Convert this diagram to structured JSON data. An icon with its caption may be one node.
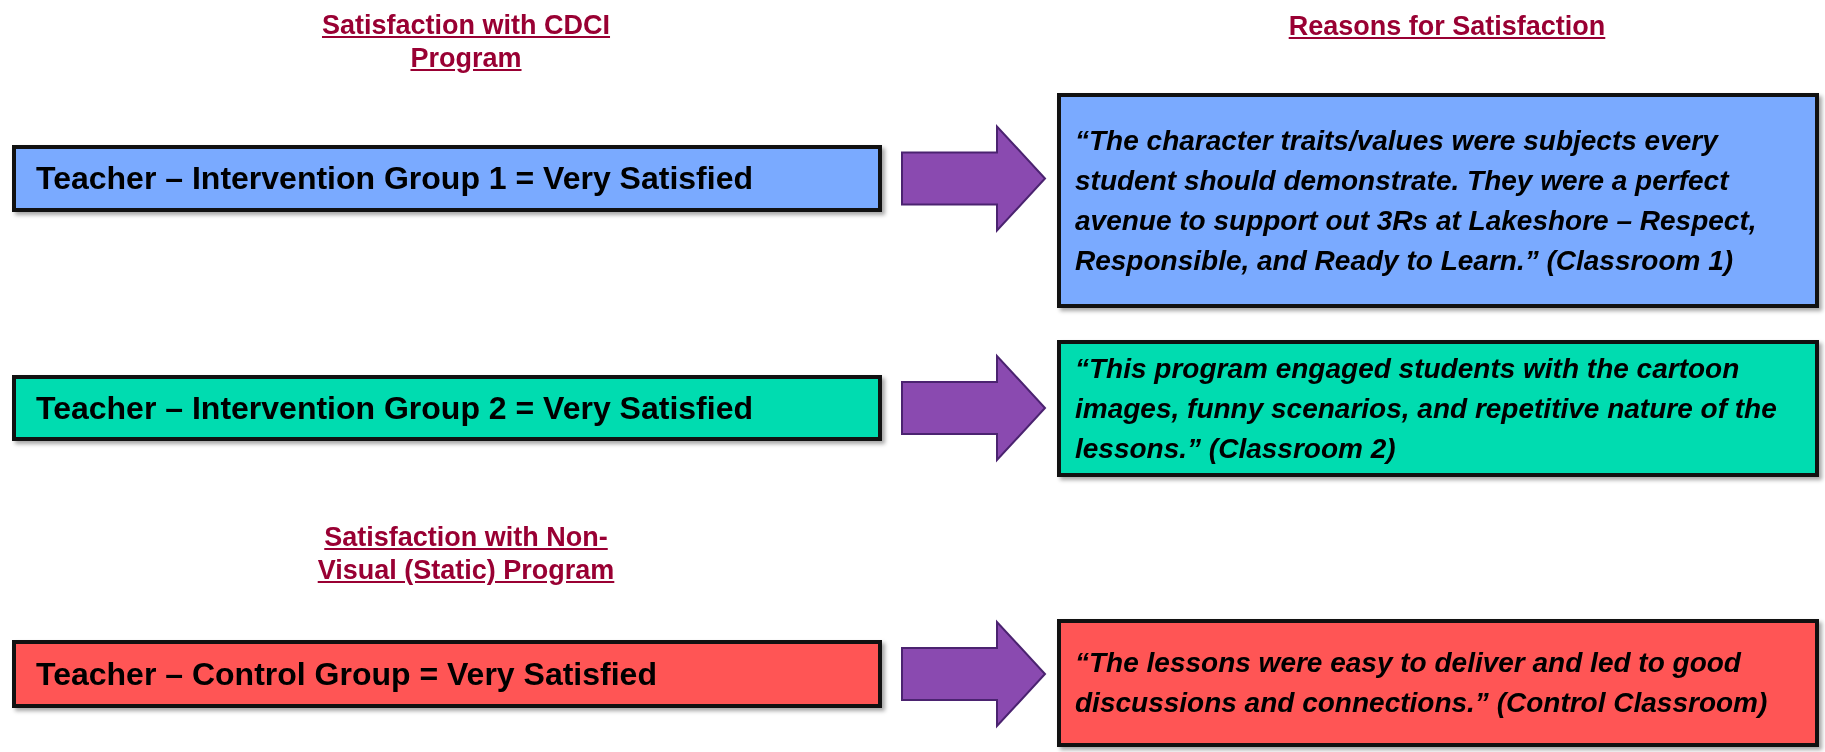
{
  "diagram": {
    "nodes": [
      {
        "text": [
          "Teacher – Intervention Group 1 = Very Satisfied"
        ]
      },
      {
        "text": [
          "“The character traits/values were subjects every student should demonstrate. They were a perfect avenue to support out 3Rs at Lakeshore – Respect, Responsible, and Ready to Learn.” (Classroom 1)"
        ]
      },
      {
        "text": [
          "Teacher – Intervention Group 2 = Very Satisfied"
        ]
      },
      {
        "text": [
          "“This program engaged students with the cartoon images, funny scenarios, and repetitive nature of the lessons.” (Classroom 2)"
        ]
      },
      {
        "text": [
          "Teacher – Control Group = Very Satisfied"
        ]
      },
      {
        "text": [
          "“The lessons were easy to deliver and led  to good discussions and connections.” (Control Classroom)"
        ]
      }
    ],
    "edges": [
      {
        "from": 0,
        "to": 1,
        "arrow": "to"
      },
      {
        "from": 2,
        "to": 3,
        "arrow": "to"
      },
      {
        "from": 4,
        "to": 5,
        "arrow": "to"
      }
    ],
    "labels": [
      "Satisfaction with CDCI Program",
      "Reasons for Satisfaction",
      "Satisfaction with Non-Visual (Static) Program"
    ]
  }
}
